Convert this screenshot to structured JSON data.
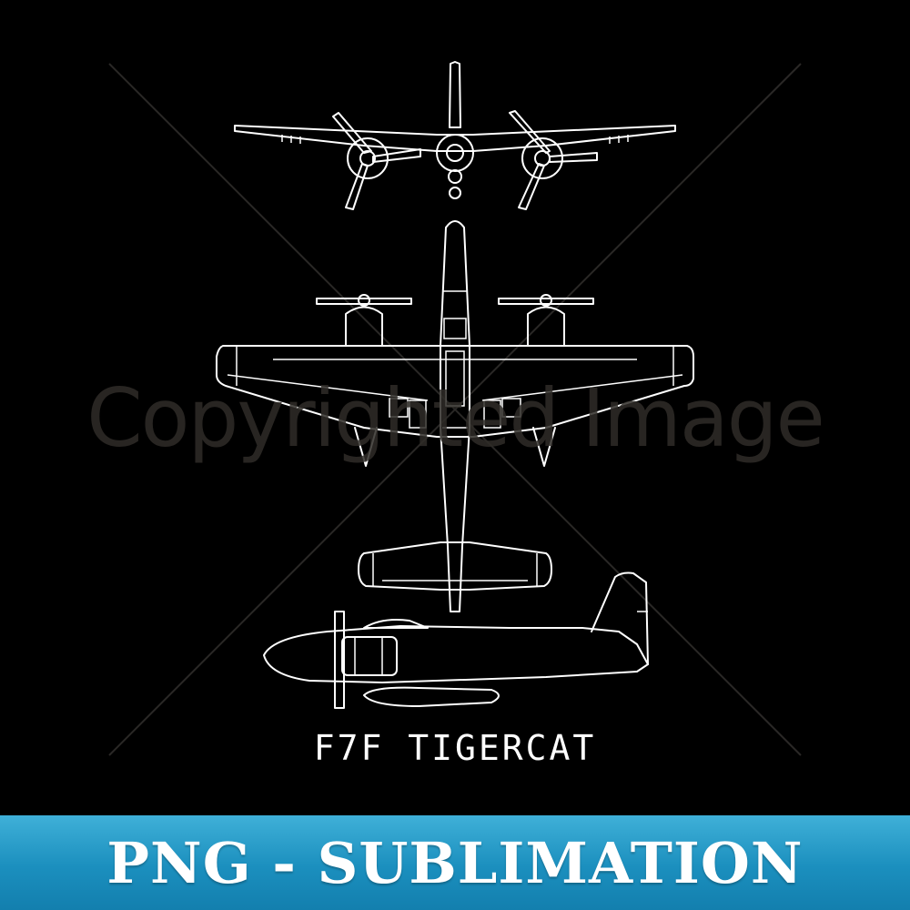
{
  "watermark_text": "Copyrighted Image",
  "title": "F7F TIGERCAT",
  "banner_text": "PNG - SUBLIMATION",
  "colors": {
    "background": "#000000",
    "line": "#ffffff",
    "banner_top": "#3fb0d8",
    "banner_bottom": "#137fae",
    "watermark": "#2f2c28"
  },
  "views": [
    "front-view",
    "top-view",
    "side-view"
  ]
}
